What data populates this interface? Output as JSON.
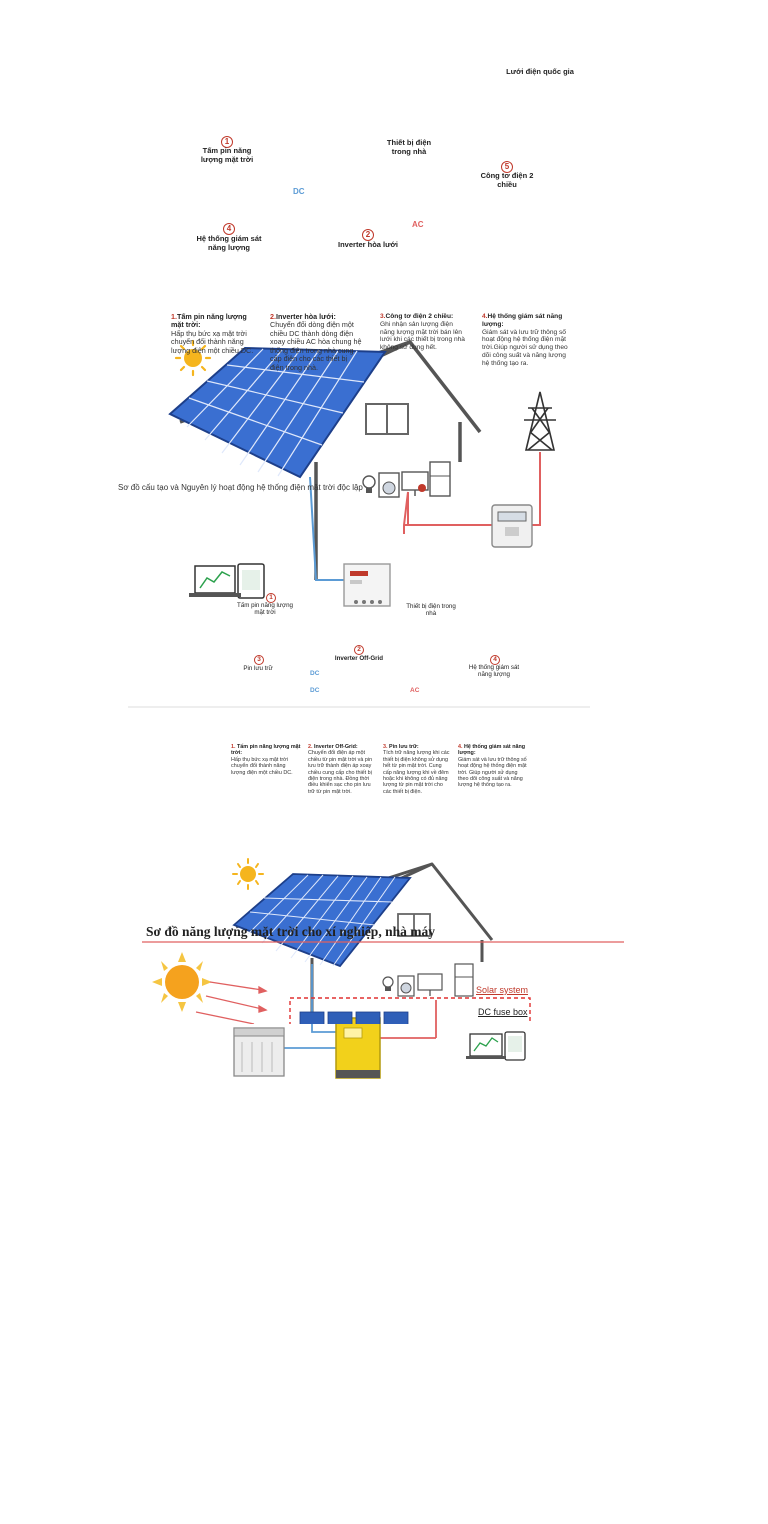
{
  "colors": {
    "panel": "#3a6fd1",
    "panel_dark": "#2553b0",
    "roof": "#555555",
    "dc_wire": "#5b9bd5",
    "ac_wire": "#e06060",
    "accent_red": "#c0392b",
    "inverter_yellow": "#f2d11b",
    "sun": "#f5b51e"
  },
  "diagram1": {
    "step1_num": "1",
    "step1_label": "Tấm pin năng lượng mặt trời",
    "step2_num": "2",
    "step2_label": "Inverter hòa lưới",
    "step3_label": "Thiết bị điện trong nhà",
    "step4_num": "4",
    "step4_label": "Hệ thống giám sát năng lượng",
    "step5_num": "5",
    "step5_label": "Công tơ điện 2 chiều",
    "grid_label": "Lưới điện quốc gia",
    "dc_label": "DC",
    "ac_label": "AC",
    "desc": [
      {
        "num": "1.",
        "title": "Tấm pin năng lượng mặt trời:",
        "body": "Hấp thụ bức xạ mặt trời chuyển đổi thành năng lượng điện một chiều DC."
      },
      {
        "num": "2.",
        "title": "Inverter hòa lưới:",
        "body": "Chuyển đổi dòng điện một chiều DC thành dòng điện xoay chiều AC hòa chung hệ thống điện trong nhà cung cấp điện cho các thiết bị điện trong nhà."
      },
      {
        "num": "3.",
        "title": "Công tơ điện 2 chiều:",
        "body": "Ghi nhận sản lượng điện năng lượng mặt trời bán lên lưới khi các thiết bị trong nhà không sử dụng hết."
      },
      {
        "num": "4.",
        "title": "Hệ thống giám sát năng lượng:",
        "body": "Giám sát và lưu trữ thông số hoạt động hệ thống điện mặt trời.Giúp người sử dụng theo dõi công suất và năng lượng hệ thống tạo ra."
      }
    ]
  },
  "caption2": "Sơ đồ cấu tạo và Nguyên lý hoạt động hệ thống điện mặt trời độc lập",
  "diagram2": {
    "step1_num": "1",
    "step1_label": "Tấm pin năng lượng mặt trời",
    "step2_num": "2",
    "step2_label": "Inverter Off-Grid",
    "step3_num": "3",
    "step3_label": "Pin lưu trữ",
    "step4_num": "4",
    "step4_label": "Hệ thống giám sát năng lượng",
    "appliances_label": "Thiết bị điện trong nhà",
    "dc_label_1": "DC",
    "dc_label_2": "DC",
    "ac_label": "AC",
    "desc": [
      {
        "num": "1.",
        "title": "Tấm pin năng lượng mặt trời:",
        "body": "Hấp thụ bức xạ mặt trời chuyển đổi thành năng lượng điện một chiều DC."
      },
      {
        "num": "2.",
        "title": "Inverter Off-Grid:",
        "body": "Chuyển đổi điện áp một chiều từ pin mặt trời và pin lưu trữ thành điện áp xoay chiều cung cấp cho thiết bị điện trong nhà. Đồng thời điều khiển sạc cho pin lưu trữ từ pin mặt trời."
      },
      {
        "num": "3.",
        "title": "Pin lưu trữ:",
        "body": "Tích trữ năng lượng khi các thiết bị điện không sử dụng hết từ pin mặt trời. Cung cấp năng lượng khi về đêm hoặc khi không có đủ năng lượng từ pin mặt trời cho các thiết bị điện."
      },
      {
        "num": "4.",
        "title": "Hệ thống giám sát năng lượng:",
        "body": "Giám sát và lưu trữ thông số hoạt động hệ thống điện mặt trời. Giúp người sử dụng theo dõi công suất và năng lượng hệ thống tạo ra."
      }
    ]
  },
  "section3": {
    "title": "Sơ đồ năng lượng mặt trời cho xí nghiệp, nhà máy",
    "solar_system_label": "Solar system",
    "dc_fuse_label": "DC fuse box"
  }
}
